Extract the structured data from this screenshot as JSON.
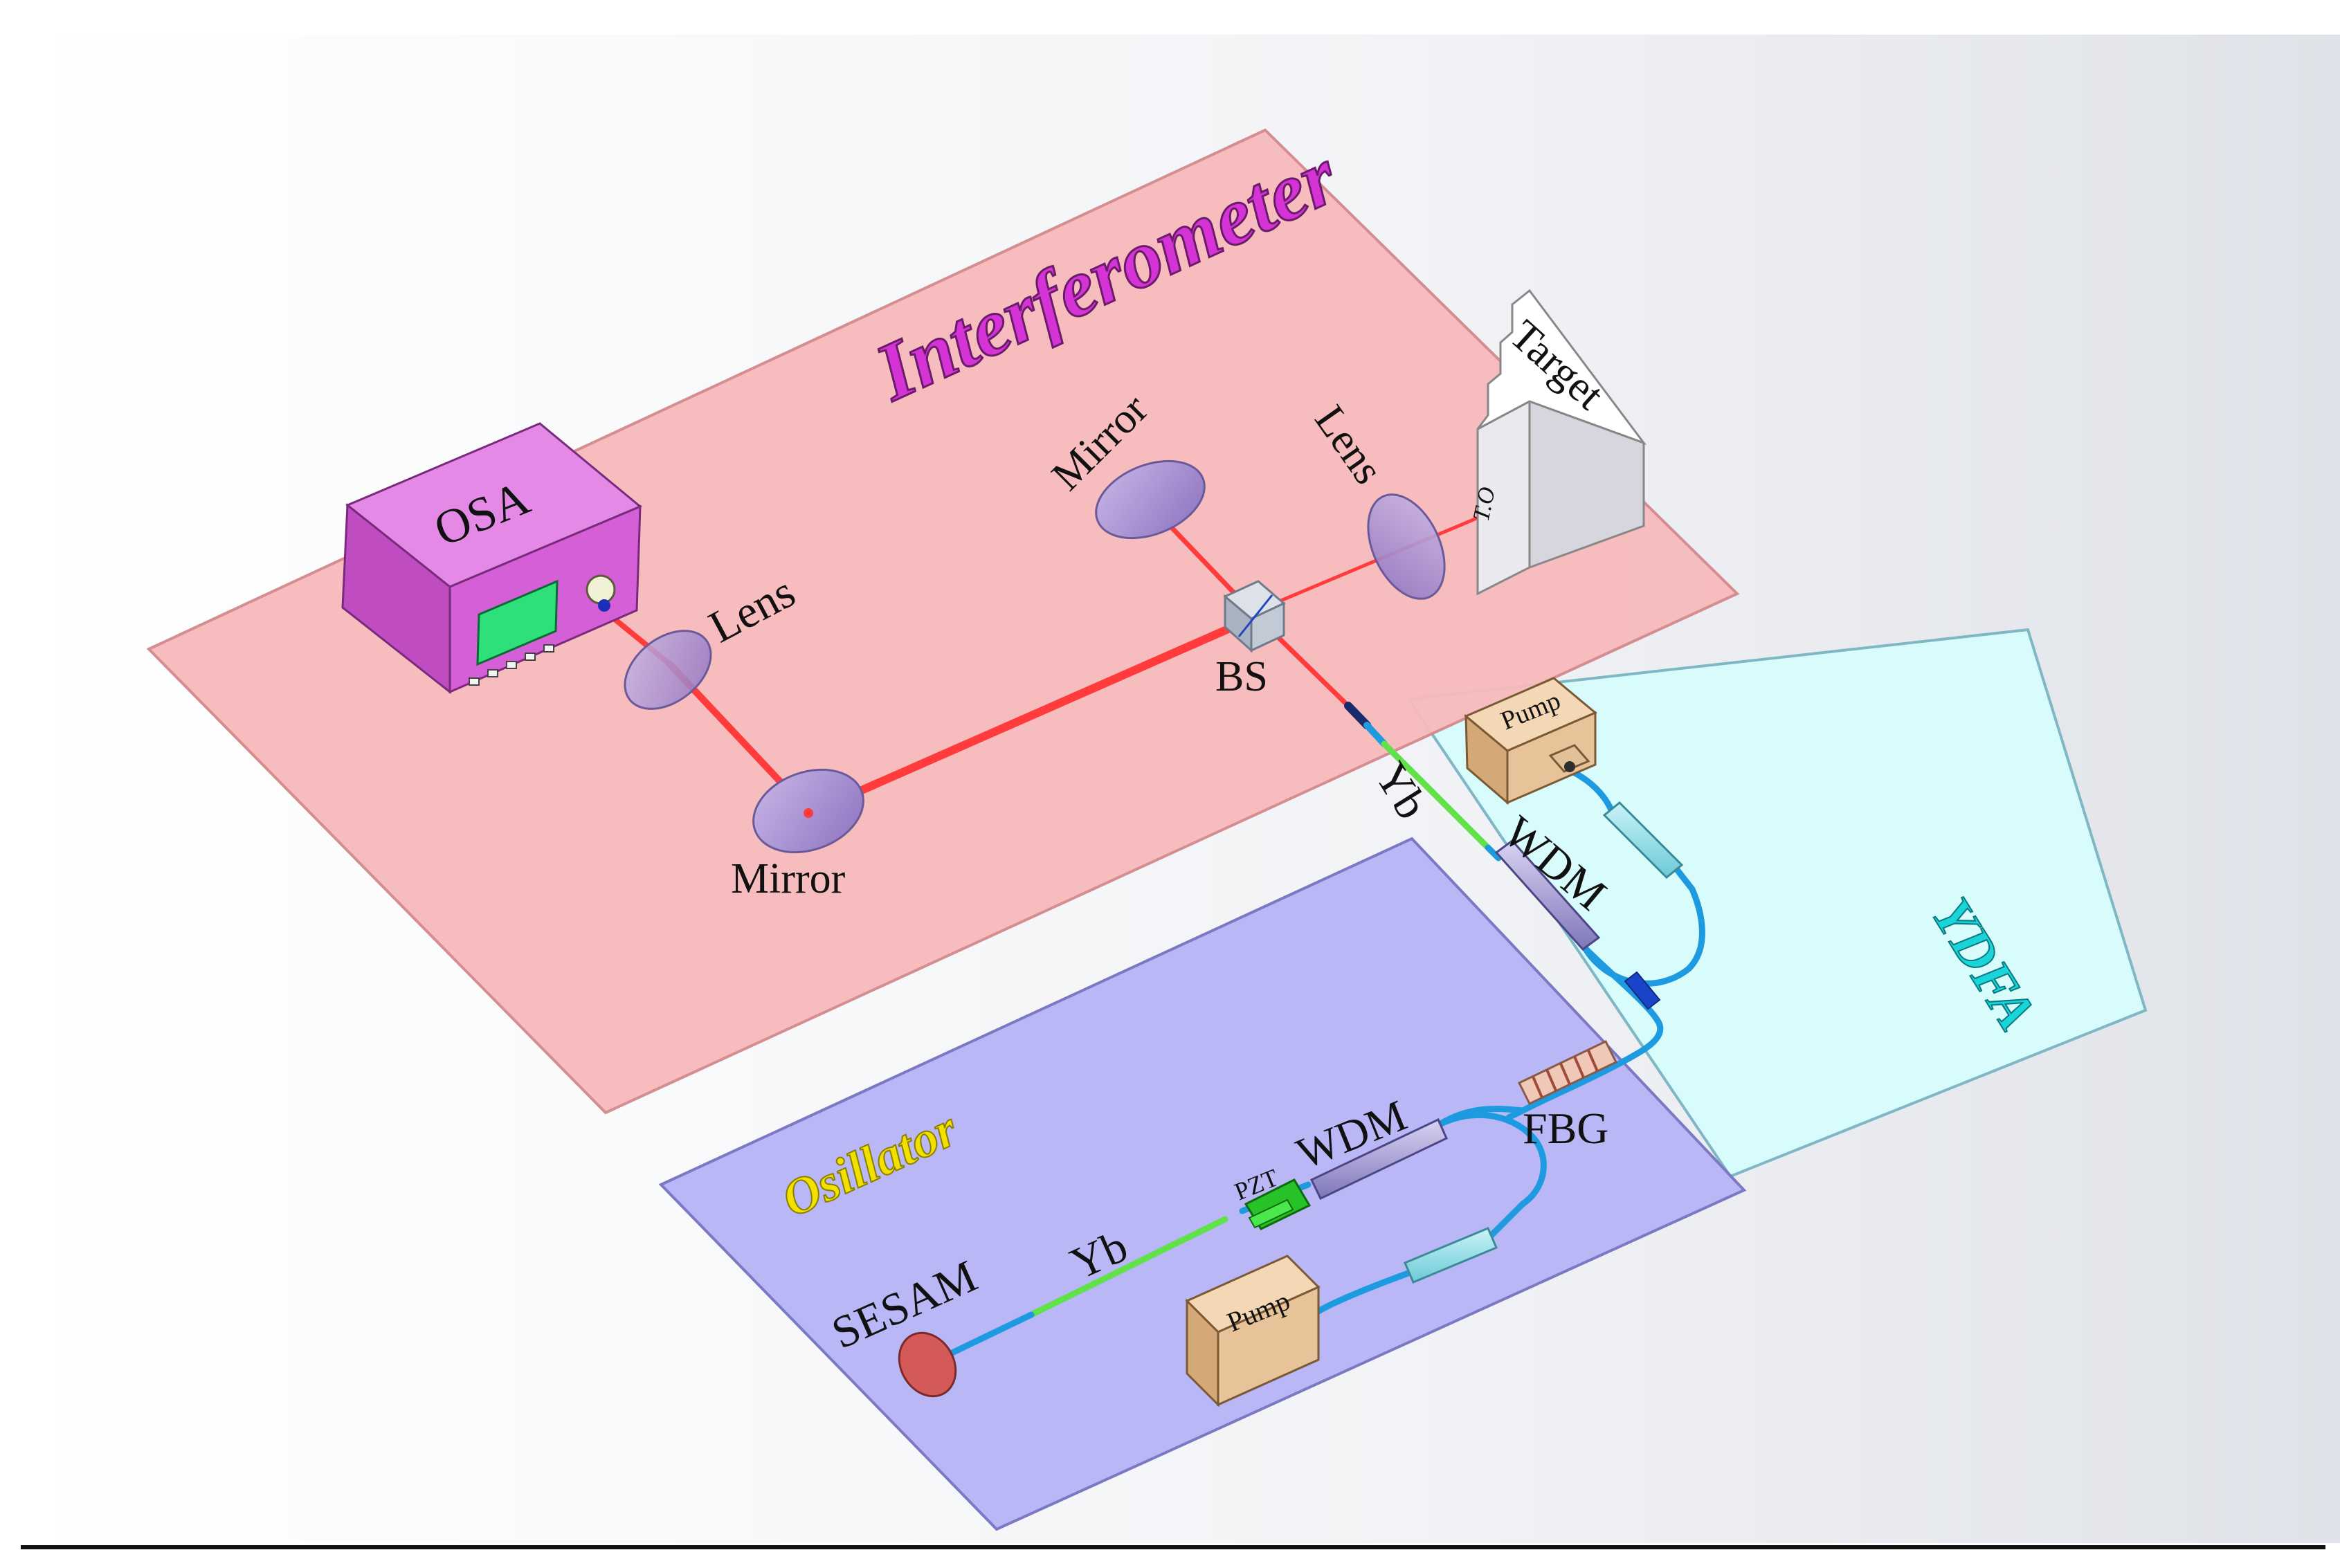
{
  "regions": {
    "interferometer": {
      "title": "Interferometer",
      "title_color": "#d633d6",
      "panel_color": "#f7b9bb"
    },
    "ydfa": {
      "title": "YDFA",
      "title_color": "#19d4d9",
      "panel_color": "#d8fbfb"
    },
    "oscillator": {
      "title": "Osillator",
      "title_color": "#f2e000",
      "panel_color": "#b9b7f5"
    }
  },
  "labels": {
    "osa": "OSA",
    "lens_left": "Lens",
    "mirror_bottom": "Mirror",
    "mirror_top": "Mirror",
    "lens_right": "Lens",
    "bs": "BS",
    "target": "Target",
    "target_side": "T.O",
    "yb_amp": "Yb",
    "wdm_amp": "WDM",
    "pump_amp": "Pump",
    "fbg": "FBG",
    "wdm_osc": "WDM",
    "pzt": "PZT",
    "yb_osc": "Yb",
    "sesam": "SESAM",
    "pump_osc": "Pump"
  },
  "colors": {
    "beam": "#ff3b3b",
    "fiber": "#1e9be0",
    "gain_fiber": "#62e24a",
    "osa_body": "#d45fd6",
    "osa_screen": "#2fe07a",
    "optic": "#a98ad0",
    "pump_body": "#e8c39a",
    "target_body": "#f2f2f2",
    "sesam": "#d45a5a",
    "pzt": "#27c227"
  }
}
